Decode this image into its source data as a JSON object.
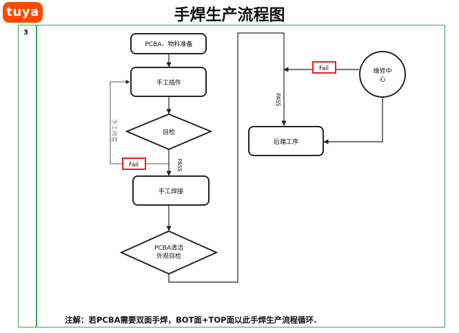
{
  "header": {
    "logo_text": "tuya",
    "title": "手焊生产流程图",
    "step_number": "3"
  },
  "flow": {
    "prep": "PCBA、物料准备",
    "insert": "手工插件",
    "visual_check": "目检",
    "solder": "手工焊接",
    "clean_line1": "PCBA清洁",
    "clean_line2": "外观目检",
    "post_process": "后端工序",
    "repair_line1": "维修中",
    "repair_line2": "心",
    "manual_repair": "手工修复",
    "fail_left": "Fail",
    "fail_right": "Fail",
    "pass_left": "PASS",
    "pass_right": "PASS"
  },
  "note": "注解：若PCBA需要双面手焊，BOT面+TOP面以此手焊生产流程循环.",
  "colors": {
    "accent_orange": "#ff4800",
    "frame_green": "#33a853",
    "fail_red": "#e02020"
  }
}
